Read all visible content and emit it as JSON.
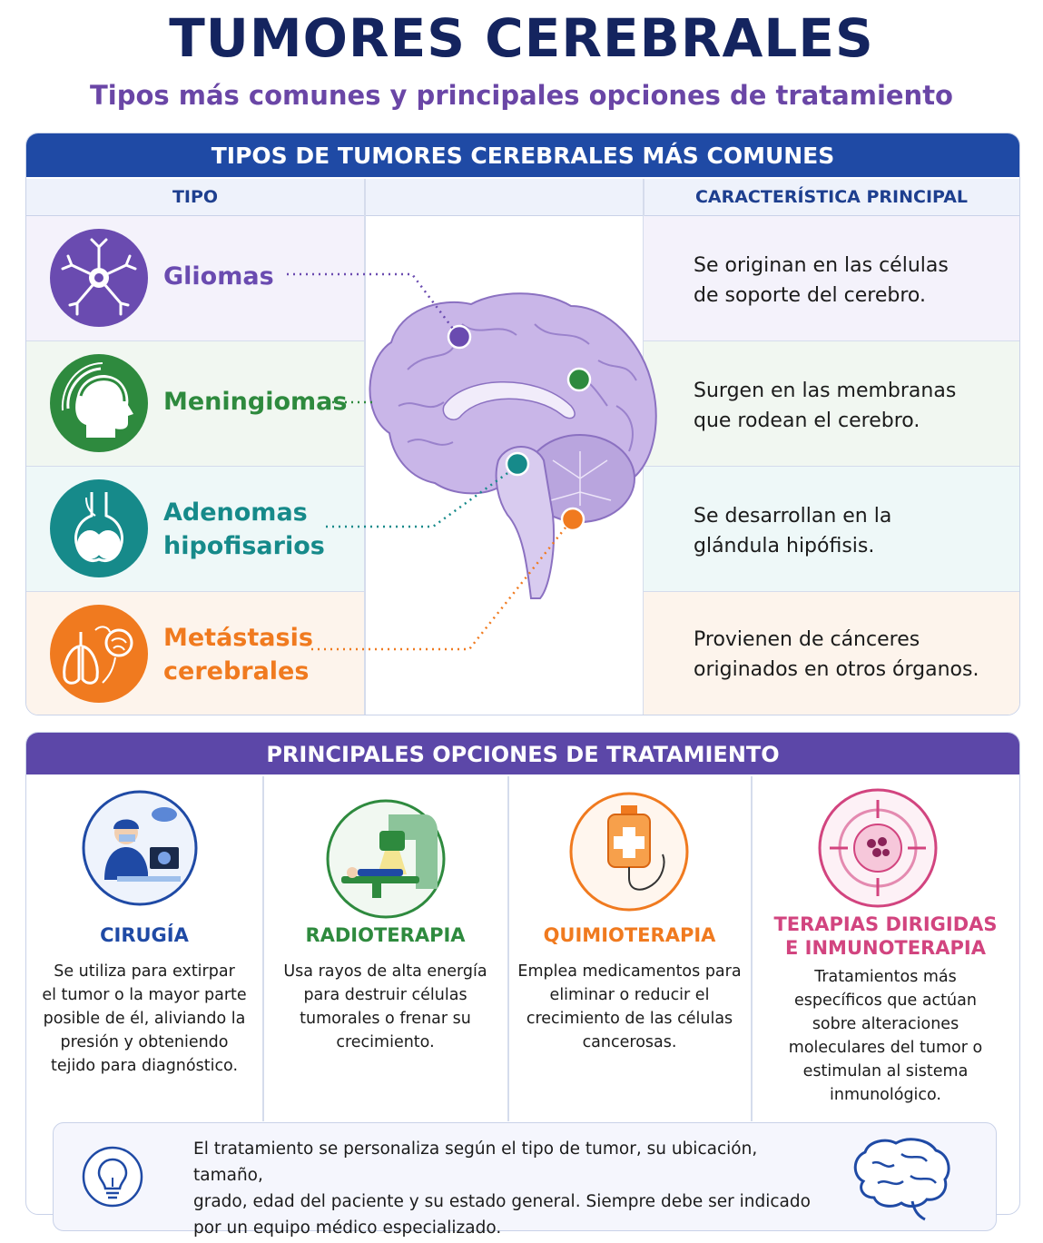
{
  "header": {
    "title": "TUMORES CEREBRALES",
    "subtitle": "Tipos más comunes y principales opciones de tratamiento"
  },
  "types_section": {
    "title": "TIPOS DE TUMORES CEREBRALES MÁS COMUNES",
    "col_type": "TIPO",
    "col_feature": "CARACTERÍSTICA PRINCIPAL",
    "rows": [
      {
        "name_l1": "Gliomas",
        "name_l2": "",
        "color": "#6a4bb0",
        "icon": "neuron-icon",
        "desc_l1": "Se originan en las células",
        "desc_l2": "de soporte del cerebro."
      },
      {
        "name_l1": "Meningiomas",
        "name_l2": "",
        "color": "#2e8a3e",
        "icon": "head-meninges-icon",
        "desc_l1": "Surgen en las membranas",
        "desc_l2": "que rodean el cerebro."
      },
      {
        "name_l1": "Adenomas",
        "name_l2": "hipofisarios",
        "color": "#168a8a",
        "icon": "pituitary-icon",
        "desc_l1": "Se desarrollan en la",
        "desc_l2": "glándula hipófisis."
      },
      {
        "name_l1": "Metástasis",
        "name_l2": "cerebrales",
        "color": "#f07a1f",
        "icon": "lungs-brain-icon",
        "desc_l1": "Provienen de cánceres",
        "desc_l2": "originados en otros órganos."
      }
    ]
  },
  "treatment_section": {
    "title": "PRINCIPALES OPCIONES DE TRATAMIENTO",
    "items": [
      {
        "title_l1": "CIRUGÍA",
        "title_l2": "",
        "color": "#1f4aa5",
        "icon": "surgeon-icon",
        "desc": [
          "Se utiliza para extirpar",
          "el tumor o la mayor parte",
          "posible de él, aliviando la",
          "presión y obteniendo",
          "tejido para diagnóstico."
        ]
      },
      {
        "title_l1": "RADIOTERAPIA",
        "title_l2": "",
        "color": "#2e8a3e",
        "icon": "radiotherapy-machine-icon",
        "desc": [
          "Usa rayos de alta energía",
          "para destruir células",
          "tumorales o frenar su",
          "crecimiento."
        ]
      },
      {
        "title_l1": "QUIMIOTERAPIA",
        "title_l2": "",
        "color": "#f07a1f",
        "icon": "iv-bag-icon",
        "desc": [
          "Emplea medicamentos para",
          "eliminar o reducir el",
          "crecimiento de las células",
          "cancerosas."
        ]
      },
      {
        "title_l1": "TERAPIAS DIRIGIDAS",
        "title_l2": "E INMUNOTERAPIA",
        "color": "#d2447f",
        "icon": "target-cell-icon",
        "desc": [
          "Tratamientos más",
          "específicos que actúan",
          "sobre alteraciones",
          "moleculares del tumor o",
          "estimulan al sistema",
          "inmunológico."
        ]
      }
    ]
  },
  "note": {
    "lines": [
      "El tratamiento se personaliza según el tipo de tumor, su ubicación, tamaño,",
      "grado, edad del paciente y su estado general. Siempre debe ser indicado",
      "por un equipo médico especializado."
    ],
    "icon": "lightbulb-icon",
    "brain_icon": "brain-icon"
  }
}
